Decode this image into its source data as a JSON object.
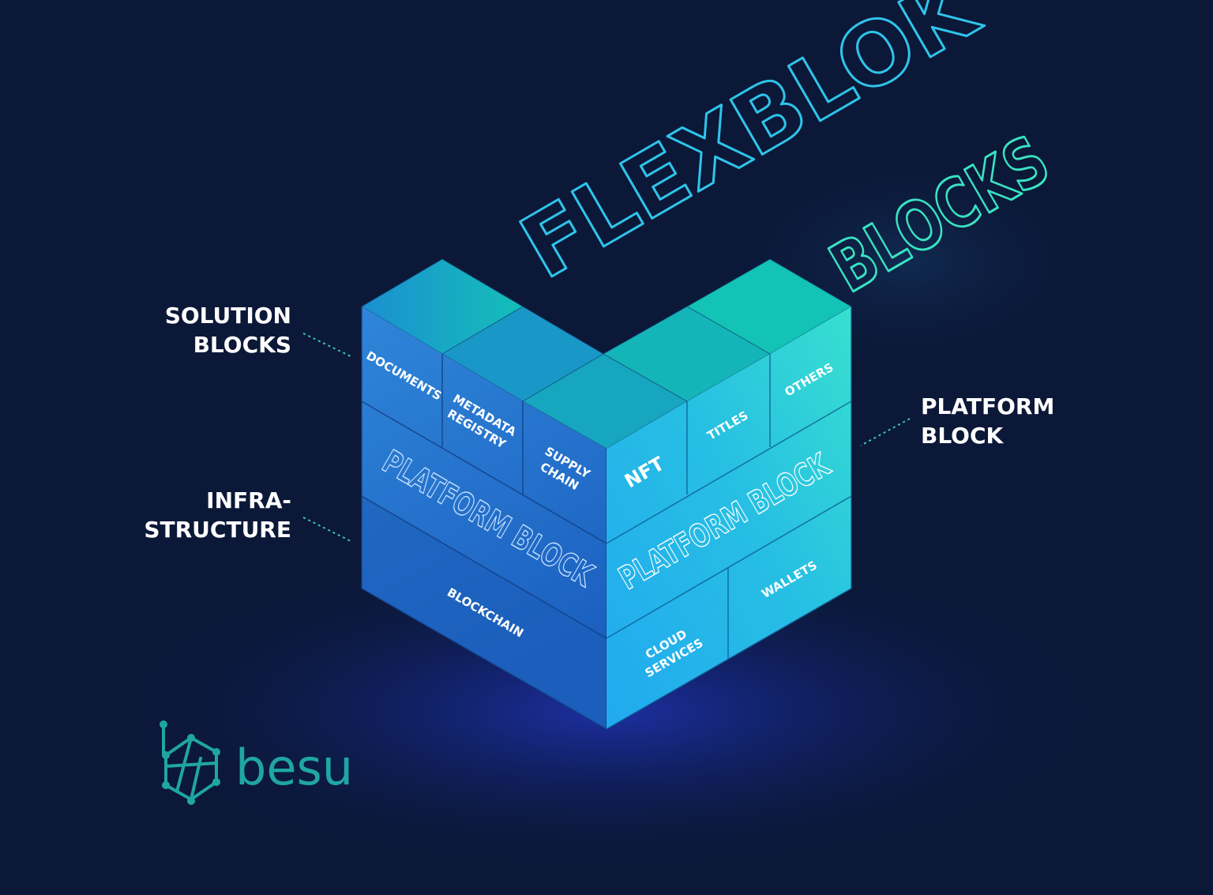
{
  "title": {
    "line1": "FLEXBLOK",
    "line2": "BLOCKS"
  },
  "callouts": {
    "solution": {
      "line1": "SOLUTION",
      "line2": "BLOCKS"
    },
    "infra": {
      "line1": "INFRA-",
      "line2": "STRUCTURE"
    },
    "platform": {
      "line1": "PLATFORM",
      "line2": "BLOCK"
    }
  },
  "blocks": {
    "documents": "DOCUMENTS",
    "metadata_line1": "METADATA",
    "metadata_line2": "REGISTRY",
    "supply_line1": "SUPPLY",
    "supply_line2": "CHAIN",
    "platform_left": "PLATFORM BLOCK",
    "blockchain": "BLOCKCHAIN",
    "nft": "NFT",
    "titles": "TITLES",
    "others": "OTHERS",
    "platform_right": "PLATFORM BLOCK",
    "cloud_line1": "CLOUD",
    "cloud_line2": "SERVICES",
    "wallets": "WALLETS"
  },
  "logo": {
    "text": "besu"
  },
  "colors": {
    "background": "#0b1838",
    "accent_teal": "#2bc6c0",
    "neon_cyan": "#2fc4ea",
    "neon_teal": "#39e3c2",
    "logo": "#1fa6a2"
  }
}
